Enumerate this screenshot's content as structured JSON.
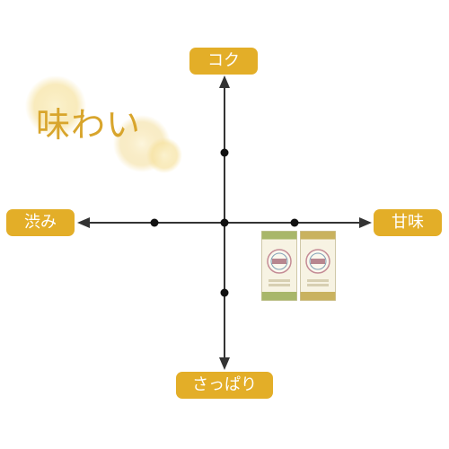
{
  "axes": {
    "top": "コク",
    "bottom": "さっぱり",
    "left": "渋み",
    "right": "甘味"
  },
  "title": "味わい",
  "colors": {
    "accent": "#e3ae28",
    "title": "#d8a52c",
    "axis": "#333333",
    "glow": "#f6e6a8"
  },
  "product": {
    "packs": [
      {
        "color": "#a8b76a"
      },
      {
        "color": "#c9b25f"
      }
    ]
  },
  "icons": [
    "arrow-up-icon",
    "arrow-down-icon",
    "arrow-left-icon",
    "arrow-right-icon"
  ]
}
